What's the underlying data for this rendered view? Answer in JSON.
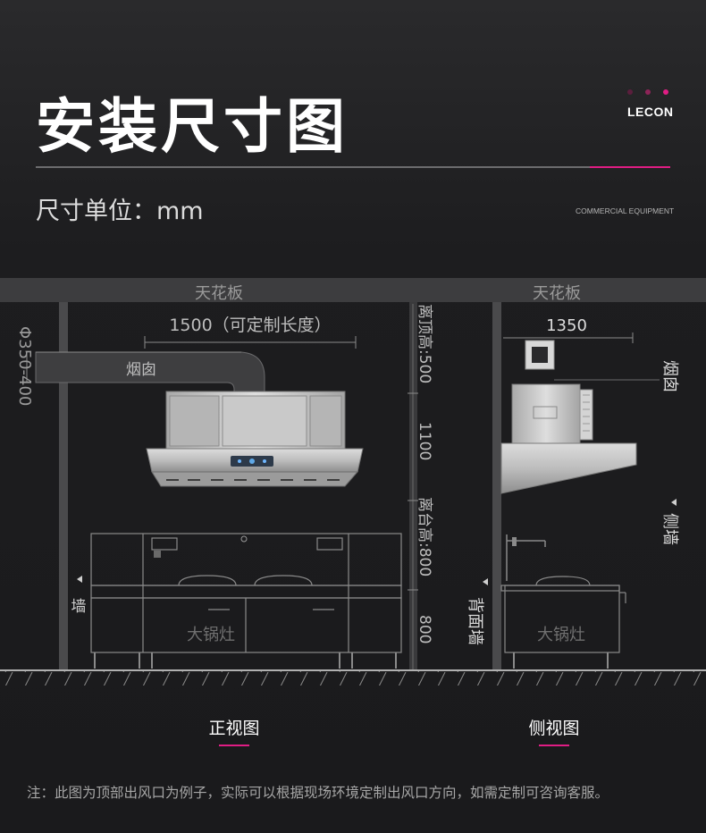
{
  "header": {
    "title": "安装尺寸图",
    "brand": "LECON",
    "brand_dot_colors": [
      "#5b1e3d",
      "#8e2458",
      "#e01d84"
    ],
    "unit_label": "尺寸单位：mm",
    "tagline": "COMMERCIAL EQUIPMENT"
  },
  "colors": {
    "accent": "#e01d84",
    "background": "#1b1b1d",
    "line": "#6c6c6e"
  },
  "front_view": {
    "ceiling_label": "天花板",
    "width_label": "1500（可定制长度）",
    "duct_diameter_label": "Φ350-400",
    "chimney_label": "烟囱",
    "top_clearance_label": "离顶高:500",
    "hood_height_label": "1100",
    "counter_clearance_label": "离台高:800",
    "stove_height_label": "800",
    "wall_label": "墙",
    "stove_label": "大锅灶",
    "view_name": "正视图"
  },
  "side_view": {
    "ceiling_label": "天花板",
    "depth_label": "1350",
    "chimney_label": "烟囱",
    "side_wall_label": "侧墙",
    "back_wall_label": "背面墙",
    "stove_label": "大锅灶",
    "view_name": "侧视图"
  },
  "note": "注：此图为顶部出风口为例子，实际可以根据现场环境定制出风口方向，如需定制可咨询客服。"
}
